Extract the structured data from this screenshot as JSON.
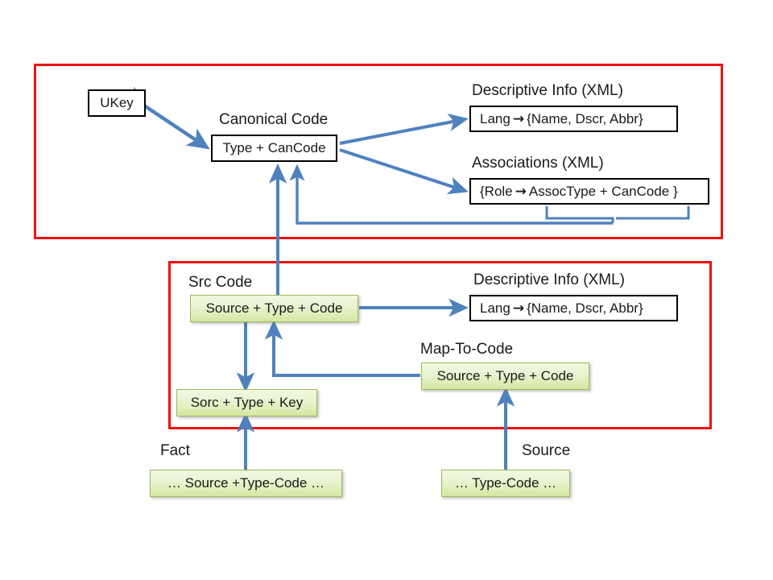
{
  "diagram": {
    "title_present": false,
    "colors": {
      "group_frame": "#EE1111",
      "connector": "#4F81BD",
      "green_fill_top": "#F2F8E0",
      "green_fill_bottom": "#D2E8A0",
      "green_border": "#9BBB59",
      "box_border": "#000000",
      "text": "#1A1A1A"
    },
    "groups": [
      {
        "id": "canonical-group",
        "name": "canonical-layer-frame"
      },
      {
        "id": "source-group",
        "name": "source-layer-frame"
      }
    ],
    "captions": [
      {
        "id": "canonical-code",
        "text": "Canonical Code"
      },
      {
        "id": "descriptive-info-1",
        "text": "Descriptive Info (XML)"
      },
      {
        "id": "associations",
        "text": "Associations (XML)"
      },
      {
        "id": "src-code",
        "text": "Src Code"
      },
      {
        "id": "descriptive-info-2",
        "text": "Descriptive Info (XML)"
      },
      {
        "id": "map-to-code",
        "text": "Map-To-Code"
      },
      {
        "id": "fact",
        "text": "Fact"
      },
      {
        "id": "source",
        "text": "Source"
      }
    ],
    "nodes": [
      {
        "id": "ukey",
        "style": "white",
        "text": "UKey"
      },
      {
        "id": "type-cancode",
        "style": "white",
        "text": "Type + CanCode"
      },
      {
        "id": "lang-desc-1",
        "style": "white",
        "text_before": "Lang",
        "arrow": "→",
        "text_after": "{Name, Dscr,  Abbr}"
      },
      {
        "id": "role-assoc",
        "style": "white",
        "text_before": "{Role",
        "arrow": "→",
        "text_after": "AssocType + CanCode }"
      },
      {
        "id": "src-source-type-code",
        "style": "green",
        "text": "Source + Type + Code"
      },
      {
        "id": "lang-desc-2",
        "style": "white",
        "text_before": "Lang",
        "arrow": "→",
        "text_after": "{Name, Dscr,  Abbr}"
      },
      {
        "id": "map-source-type-code",
        "style": "green",
        "text": "Source + Type + Code"
      },
      {
        "id": "sorc-type-key",
        "style": "green",
        "text": "Sorc + Type + Key"
      },
      {
        "id": "fact-record",
        "style": "green",
        "text": "…  Source +Type-Code  …"
      },
      {
        "id": "source-record",
        "style": "green",
        "text": "…  Type-Code  …"
      }
    ],
    "connectors": [
      {
        "id": "ukey-cancode",
        "from": "type-cancode",
        "to": "ukey",
        "heads": "both"
      },
      {
        "id": "cancode-desc",
        "from": "type-cancode",
        "to": "lang-desc-1",
        "heads": "end"
      },
      {
        "id": "cancode-assoc",
        "from": "type-cancode",
        "to": "role-assoc",
        "heads": "end"
      },
      {
        "id": "assoc-brace-cancode",
        "from": "role-assoc",
        "to": "type-cancode",
        "heads": "end"
      },
      {
        "id": "srccode-cancode",
        "from": "src-source-type-code",
        "to": "type-cancode",
        "heads": "end"
      },
      {
        "id": "srccode-desc2",
        "from": "src-source-type-code",
        "to": "lang-desc-2",
        "heads": "end"
      },
      {
        "id": "srccode-sorckey",
        "from": "src-source-type-code",
        "to": "sorc-type-key",
        "heads": "both"
      },
      {
        "id": "maptocode-srccode",
        "from": "map-source-type-code",
        "to": "src-source-type-code",
        "heads": "end"
      },
      {
        "id": "fact-sorckey",
        "from": "fact-record",
        "to": "sorc-type-key",
        "heads": "end"
      },
      {
        "id": "source-maptocode",
        "from": "source-record",
        "to": "map-source-type-code",
        "heads": "end"
      }
    ]
  }
}
